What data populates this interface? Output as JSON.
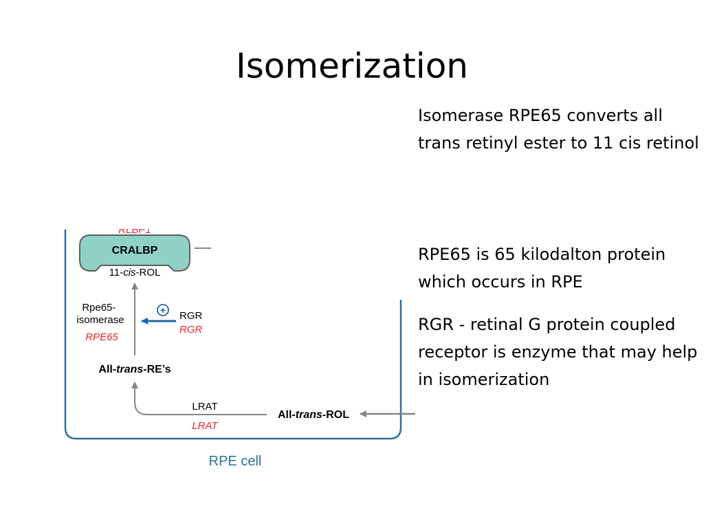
{
  "slide": {
    "title": "Isomerization",
    "paragraphs": [
      "Isomerase RPE65 converts all trans retinyl ester to 11 cis retinol",
      "RPE65 is 65 kilodalton protein which occurs in RPE",
      "RGR - retinal G protein coupled receptor is enzyme that may help in isomerization"
    ]
  },
  "diagram": {
    "cut_label": "RLBP1",
    "cralbp": "CRALBP",
    "cis_rol_prefix": "11-",
    "cis_rol_italic": "cis",
    "cis_rol_suffix": "-ROL",
    "rpe65_protein_line1": "Rpe65-",
    "rpe65_protein_line2": "isomerase",
    "rpe65_gene": "RPE65",
    "plus_sign": "+",
    "rgr_protein": "RGR",
    "rgr_gene": "RGR",
    "alltrans_re_prefix": "All-",
    "alltrans_re_italic": "trans",
    "alltrans_re_suffix": "-RE’s",
    "lrat_protein": "LRAT",
    "lrat_gene": "LRAT",
    "alltrans_rol_prefix": "All-",
    "alltrans_rol_italic": "trans",
    "alltrans_rol_suffix": "-ROL",
    "cell_label": "RPE cell",
    "colors": {
      "cell_border": "#2f6f9a",
      "cralbp_fill": "#8fd1c6",
      "arrow_gray": "#858585",
      "gene_red": "#e8262a",
      "rgr_arrow_blue": "#2166a8",
      "cell_label": "#2a7290"
    }
  }
}
